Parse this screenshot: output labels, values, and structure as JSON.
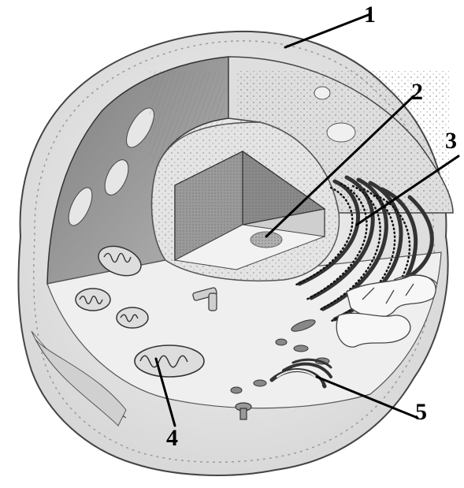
{
  "diagram": {
    "labels": [
      {
        "id": "membrane",
        "text": "1"
      },
      {
        "id": "nucleolus",
        "text": "2"
      },
      {
        "id": "rough-er",
        "text": "3"
      },
      {
        "id": "mitochondrion",
        "text": "4"
      },
      {
        "id": "golgi",
        "text": "5"
      }
    ]
  },
  "colors": {
    "ink": "#000000",
    "outline": "#3a3a3a",
    "cytoplasm": "#e9e9e9",
    "cut_face_dark": "#8c8c8c",
    "cut_face_mid": "#b8b8b8",
    "nucleus_face": "#cfcfcf"
  }
}
